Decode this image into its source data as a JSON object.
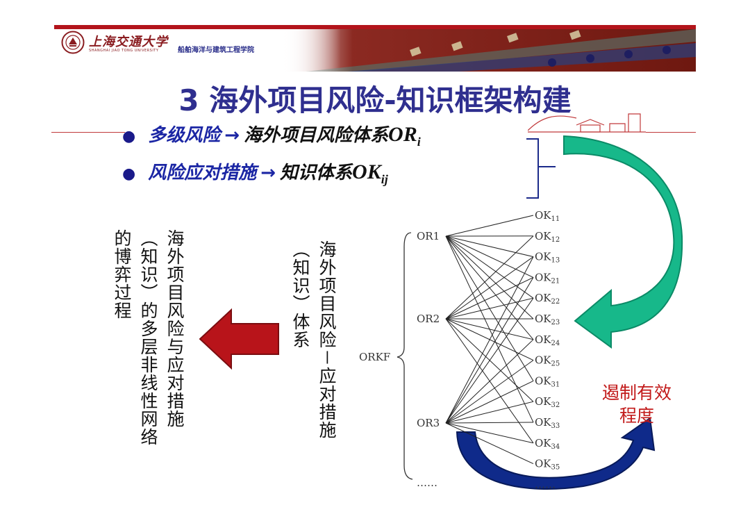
{
  "header": {
    "university_cn": "上海交通大学",
    "university_en": "SHANGHAI JIAO TONG UNIVERSITY",
    "school": "船舶海洋与建筑工程学院"
  },
  "title": "3 海外项目风险-知识框架构建",
  "bullets": [
    {
      "prefix": "多级风险",
      "suffix": "海外项目风险体系",
      "symbol": "OR",
      "sub": "i"
    },
    {
      "prefix": "风险应对措施",
      "suffix": "知识体系",
      "symbol": "OK",
      "sub": "ij"
    }
  ],
  "left_text": [
    "海外项目风险与应对措施",
    "（知识）的多层非线性网络",
    "的博弈过程"
  ],
  "middle_text": [
    "海外项目风险－应对措施",
    "（知识）体系"
  ],
  "red_note": "遏制有效程度",
  "network": {
    "root": "ORKF",
    "risks": [
      "OR1",
      "OR2",
      "OR3",
      "……"
    ],
    "knowledge": [
      {
        "base": "OK",
        "sub": "11"
      },
      {
        "base": "OK",
        "sub": "12"
      },
      {
        "base": "OK",
        "sub": "13"
      },
      {
        "base": "OK",
        "sub": "21"
      },
      {
        "base": "OK",
        "sub": "22"
      },
      {
        "base": "OK",
        "sub": "23"
      },
      {
        "base": "OK",
        "sub": "24"
      },
      {
        "base": "OK",
        "sub": "25"
      },
      {
        "base": "OK",
        "sub": "31"
      },
      {
        "base": "OK",
        "sub": "32"
      },
      {
        "base": "OK",
        "sub": "33"
      },
      {
        "base": "OK",
        "sub": "34"
      },
      {
        "base": "OK",
        "sub": "35"
      },
      {
        "base": "……",
        "sub": ""
      }
    ],
    "links": [
      [
        0,
        0
      ],
      [
        0,
        1
      ],
      [
        0,
        2
      ],
      [
        0,
        3
      ],
      [
        0,
        4
      ],
      [
        0,
        5
      ],
      [
        0,
        6
      ],
      [
        0,
        8
      ],
      [
        0,
        10
      ],
      [
        1,
        1
      ],
      [
        1,
        2
      ],
      [
        1,
        3
      ],
      [
        1,
        4
      ],
      [
        1,
        5
      ],
      [
        1,
        6
      ],
      [
        1,
        7
      ],
      [
        1,
        9
      ],
      [
        1,
        11
      ],
      [
        2,
        2
      ],
      [
        2,
        3
      ],
      [
        2,
        4
      ],
      [
        2,
        6
      ],
      [
        2,
        7
      ],
      [
        2,
        8
      ],
      [
        2,
        9
      ],
      [
        2,
        10
      ],
      [
        2,
        11
      ],
      [
        2,
        12
      ]
    ]
  },
  "colors": {
    "title": "#2f2f8f",
    "header_red": "#b3141b",
    "green_arrow": "#17b88a",
    "red_arrow": "#b8141a",
    "blue_arrow": "#0f2a8a",
    "note": "#c21a1a"
  }
}
